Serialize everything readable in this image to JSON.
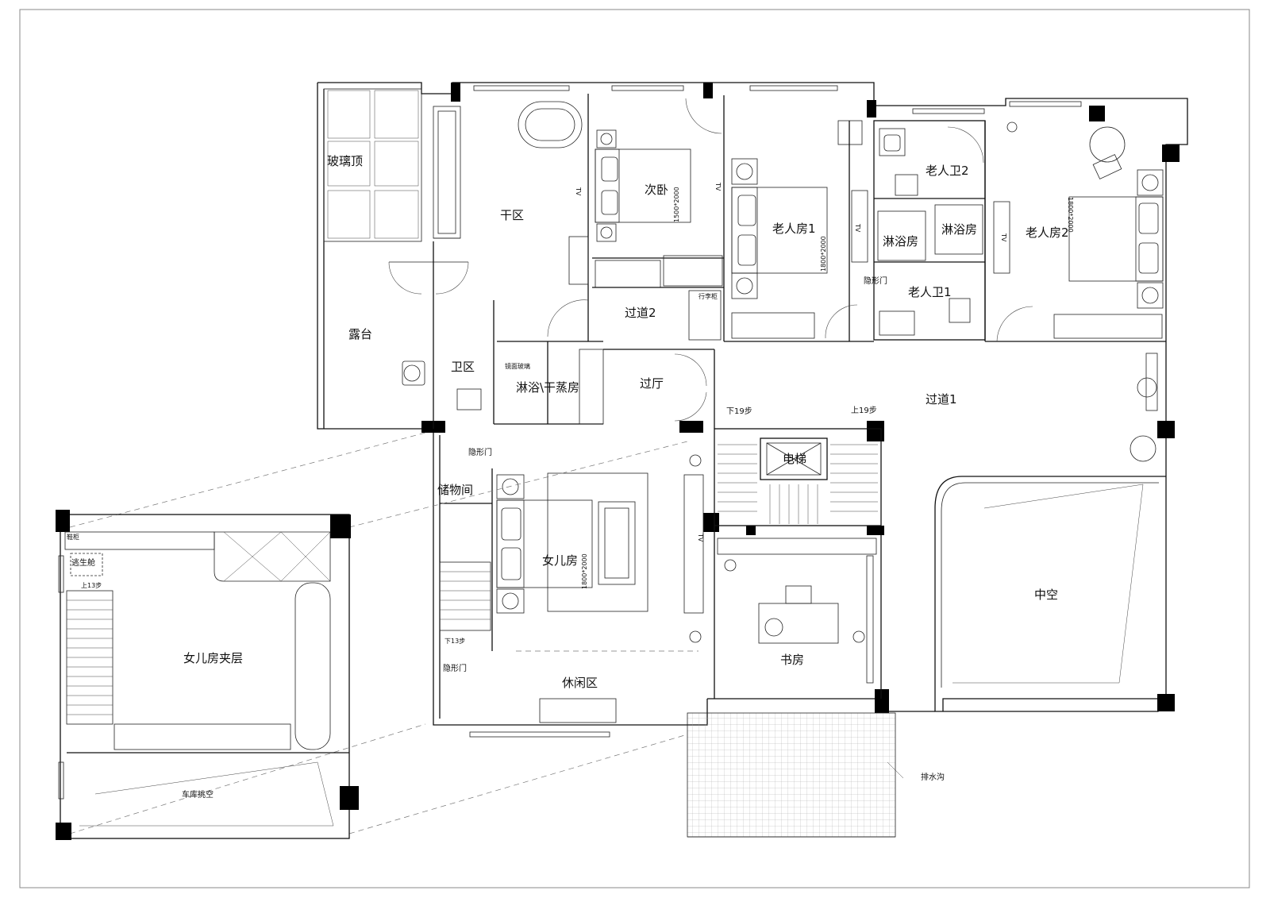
{
  "rooms": {
    "glass_roof": "玻璃顶",
    "terrace": "露台",
    "dry_area": "干区",
    "wash_area": "卫区",
    "shower_sauna": "淋浴\\干蒸房",
    "second_bedroom": "次卧",
    "corridor2": "过道2",
    "foyer": "过厅",
    "elder_room1": "老人房1",
    "elder_bath2": "老人卫2",
    "shower_room_a": "淋浴房",
    "shower_room_b": "淋浴房",
    "elder_bath1": "老人卫1",
    "hidden_door_a": "隐形门",
    "elder_room2": "老人房2",
    "corridor1": "过道1",
    "elevator": "电梯",
    "storage": "储物间",
    "daughter_room": "女儿房",
    "leisure_area": "休闲区",
    "hidden_door_b": "隐形门",
    "hidden_door_c": "隐形门",
    "study": "书房",
    "void": "中空",
    "drain": "排水沟",
    "daughter_loft": "女儿房夹层",
    "escape_hatch": "逃生舱",
    "garage_void": "车库挑空"
  },
  "notes": {
    "down19": "下19步",
    "up19": "上19步",
    "down13": "下13步",
    "up13": "上13步",
    "mirror_glass": "镜面玻璃",
    "luggage_cabinet": "行李柜",
    "shoe_cabinet": "鞋柜",
    "bed_1500": "1500*2000",
    "bed_1800_a": "1800*2000",
    "bed_1800_b": "1800*2000",
    "bed_1800_c": "1800*2000",
    "tv_a": "TV",
    "tv_b": "TV",
    "tv_c": "TV",
    "tv_d": "TV",
    "tv_e": "TV"
  }
}
